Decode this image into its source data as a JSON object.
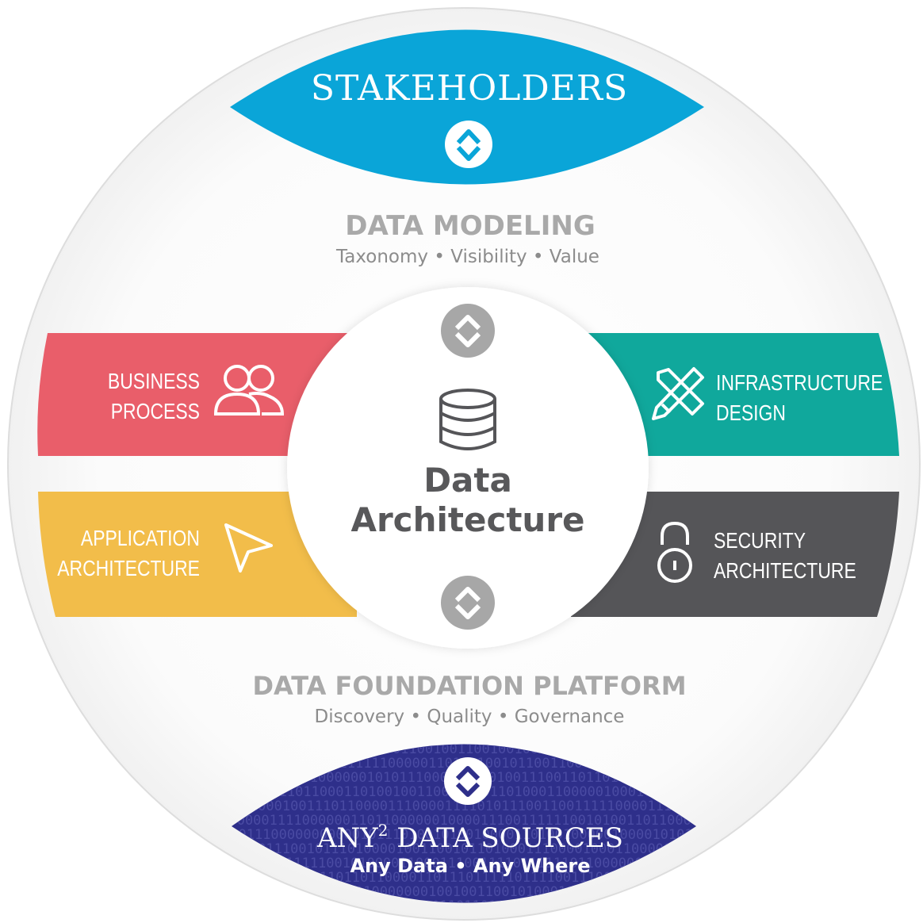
{
  "top_band": {
    "label": "STAKEHOLDERS",
    "color": "#0aa5d8"
  },
  "modeling": {
    "title": "DATA MODELING",
    "subtitle": "Taxonomy • Visibility • Value"
  },
  "center": {
    "line1": "Data",
    "line2": "Architecture"
  },
  "bands": {
    "business": {
      "line1": "BUSINESS",
      "line2": "PROCESS",
      "color": "#e95e6a",
      "icon": "users-icon"
    },
    "infrastructure": {
      "line1": "INFRASTRUCTURE",
      "line2": "DESIGN",
      "color": "#10a89c",
      "icon": "tools-icon"
    },
    "application": {
      "line1": "APPLICATION",
      "line2": "ARCHITECTURE",
      "color": "#f2bd4a",
      "icon": "cursor-icon"
    },
    "security": {
      "line1": "SECURITY",
      "line2": "ARCHITECTURE",
      "color": "#555558",
      "icon": "lock-icon"
    }
  },
  "foundation": {
    "title": "DATA FOUNDATION PLATFORM",
    "subtitle": "Discovery • Quality • Governance"
  },
  "bottom_band": {
    "label_main": "ANY",
    "label_sup": "2",
    "label_rest": " DATA SOURCES",
    "subtitle": "Any Data • Any Where",
    "color": "#2e2f8a"
  }
}
